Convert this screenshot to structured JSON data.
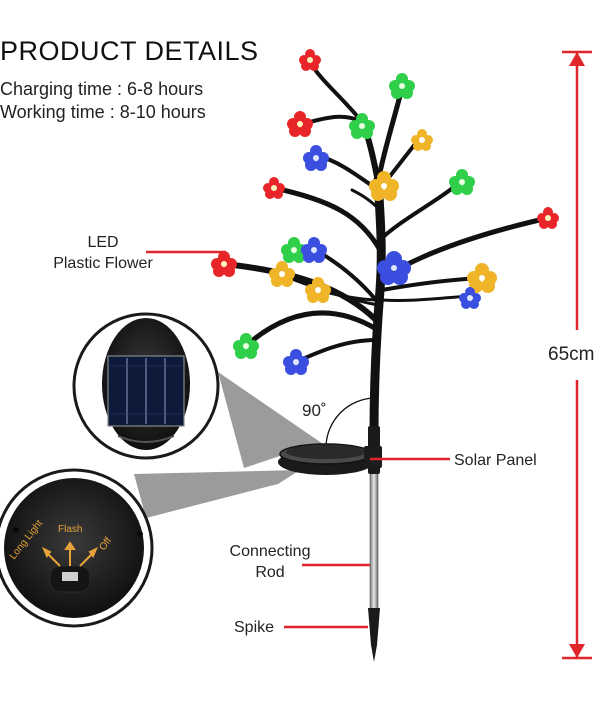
{
  "heading": "PRODUCT DETAILS",
  "specs": {
    "charging": "Charging time : 6-8 hours",
    "working": "Working time : 8-10 hours"
  },
  "callouts": {
    "flower_line1": "LED",
    "flower_line2": "Plastic Flower",
    "solar_panel": "Solar Panel",
    "rod_line1": "Connecting",
    "rod_line2": "Rod",
    "spike": "Spike",
    "angle": "90˚",
    "height": "65cm"
  },
  "switch_labels": {
    "left": "Long Light",
    "middle": "Flash",
    "right": "Off"
  },
  "colors": {
    "accent_red": "#e0262b",
    "switch_text": "#e8a23a",
    "flower_red": "#e8262a",
    "flower_green": "#2fcf4a",
    "flower_blue": "#3a4fe0",
    "flower_yellow": "#f0b428"
  }
}
